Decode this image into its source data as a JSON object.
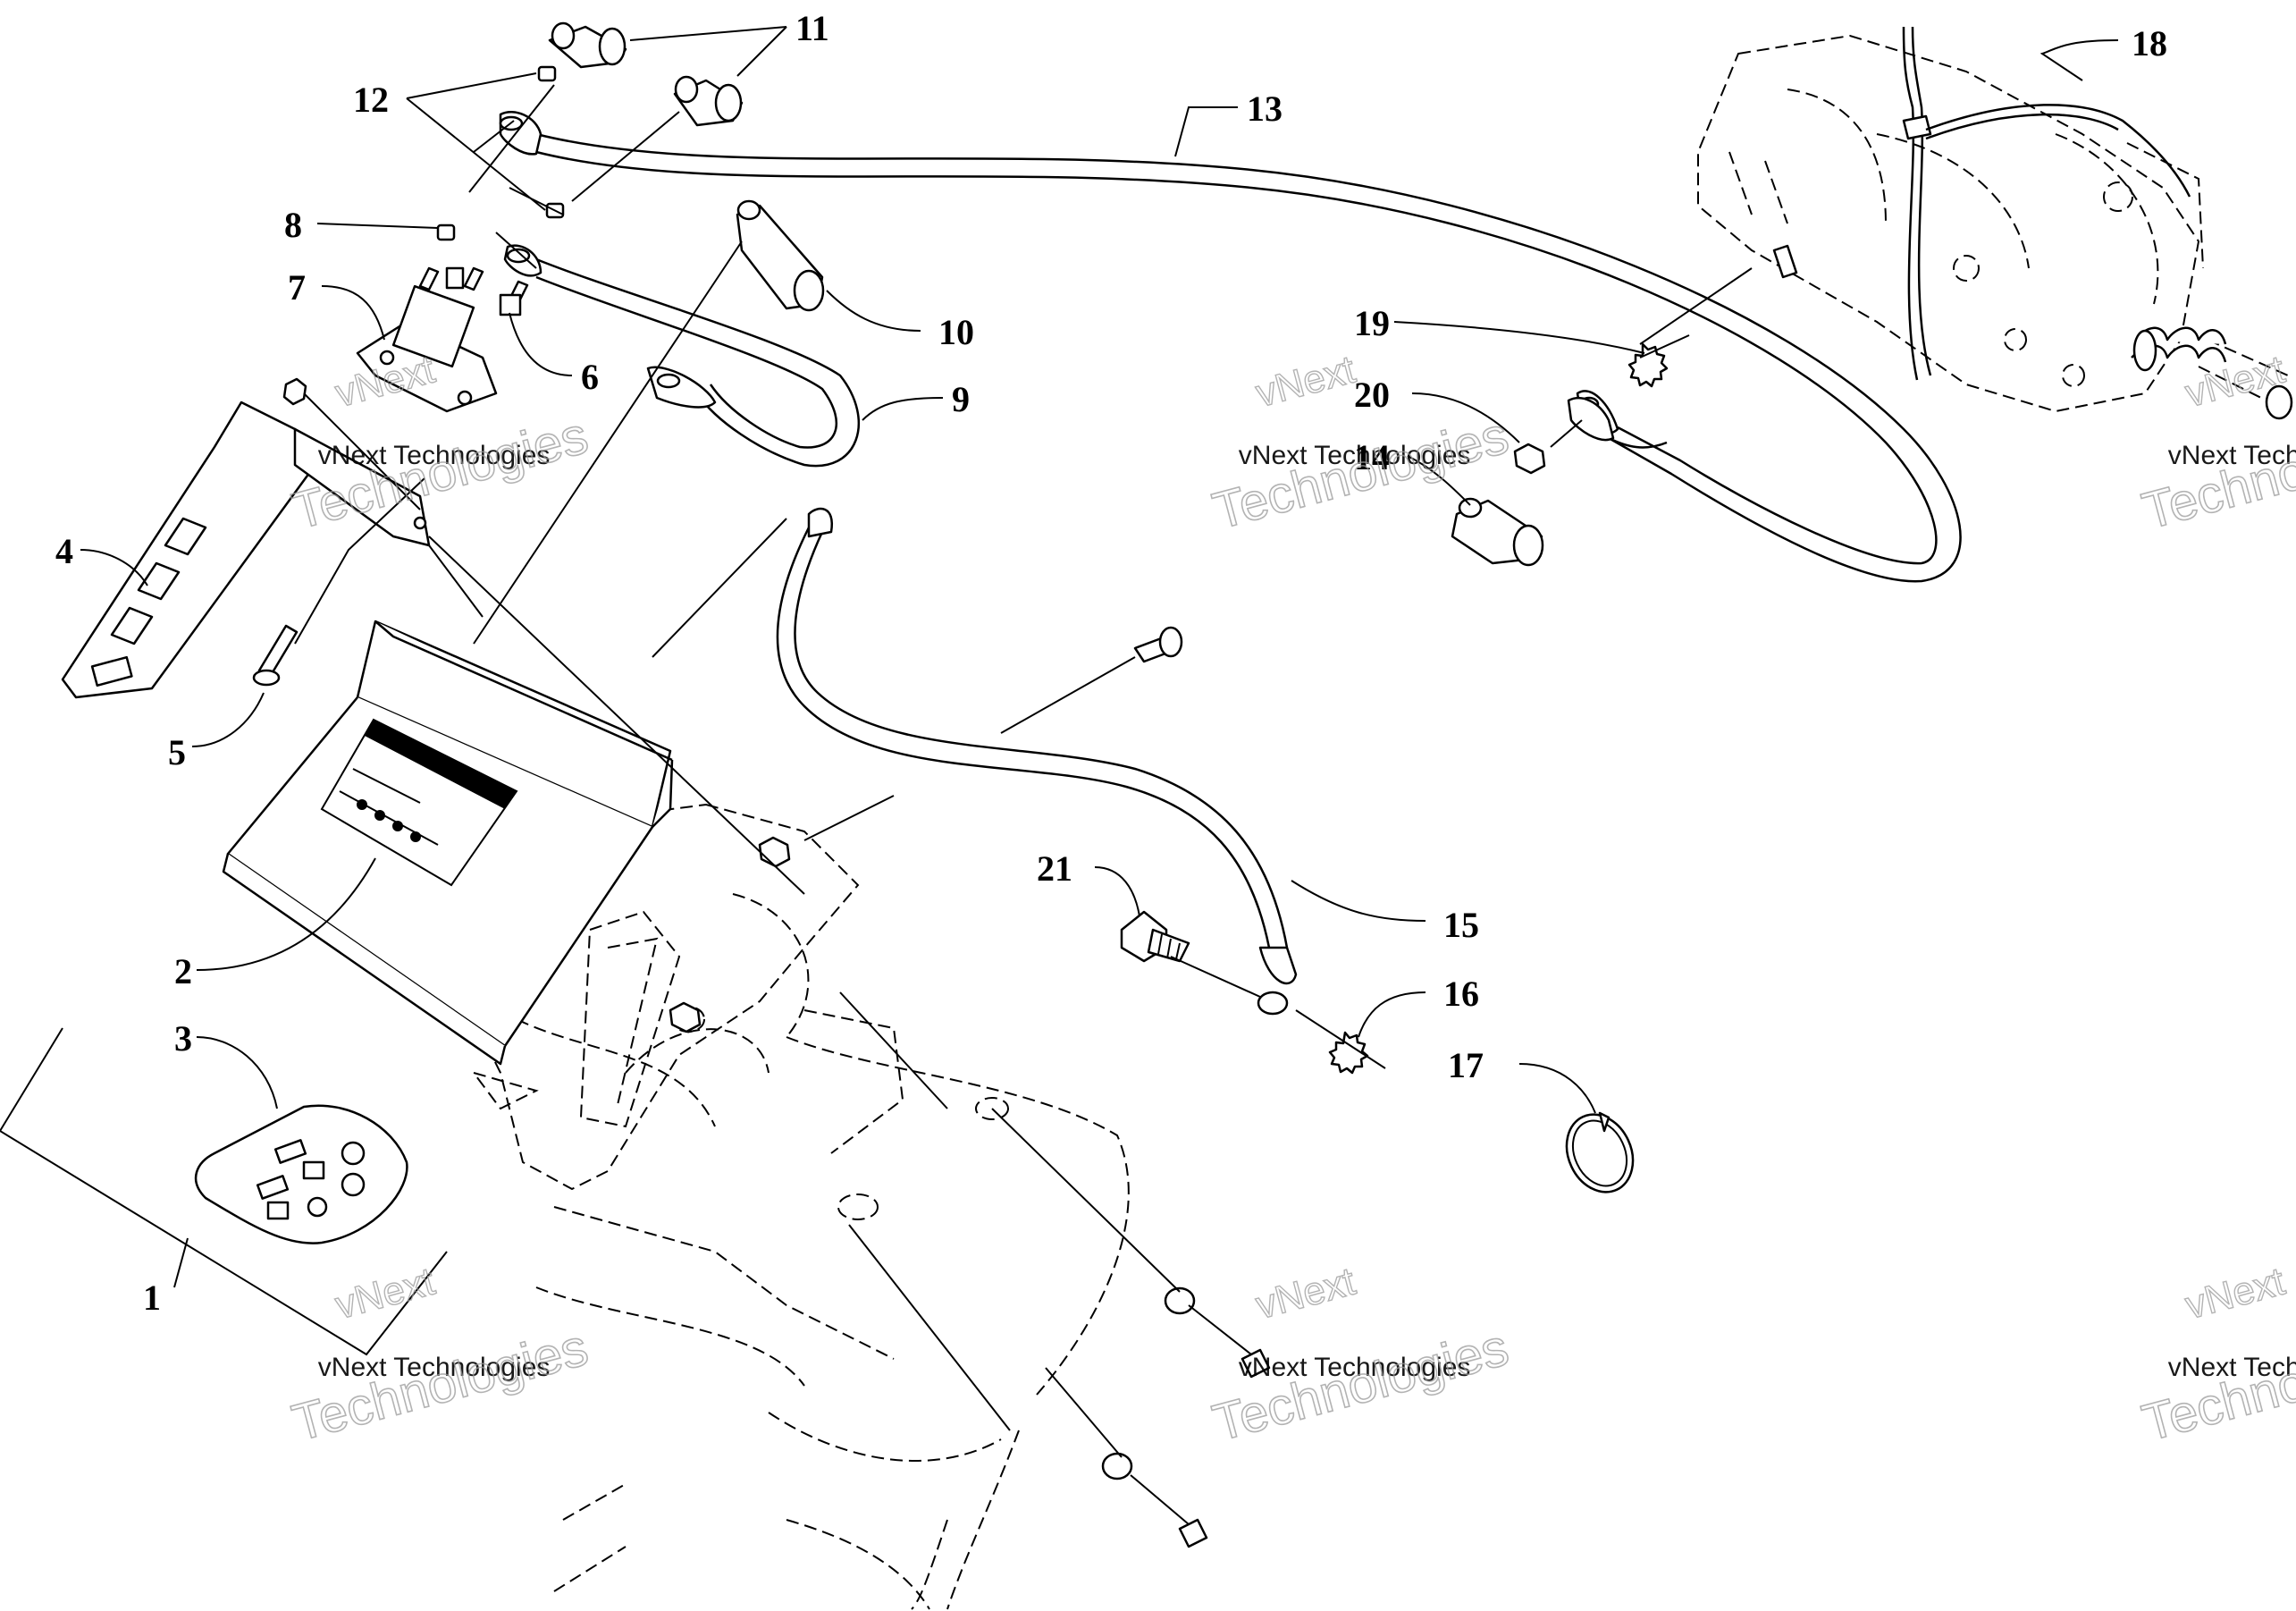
{
  "diagram": {
    "callouts": [
      "1",
      "2",
      "3",
      "4",
      "5",
      "6",
      "7",
      "8",
      "9",
      "10",
      "11",
      "12",
      "13",
      "14",
      "15",
      "16",
      "17",
      "18",
      "19",
      "20",
      "21"
    ],
    "watermark": {
      "line1": "vNext",
      "line2": "vNext Technologies",
      "line3": "Technologies"
    }
  }
}
